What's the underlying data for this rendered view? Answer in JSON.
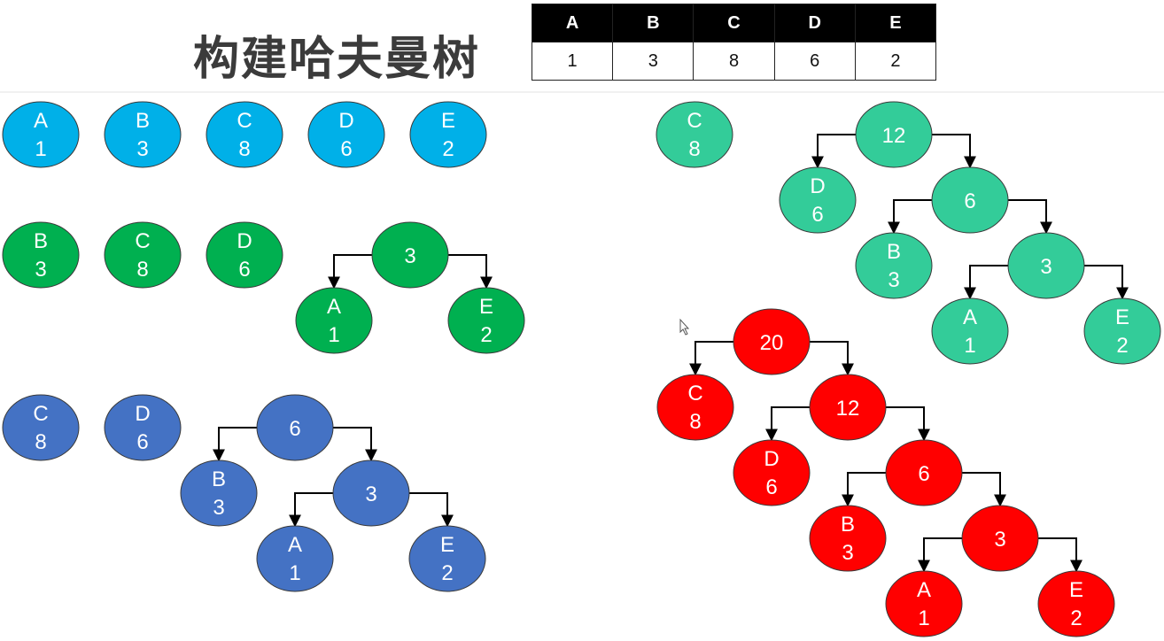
{
  "title": "构建哈夫曼树",
  "frequency_table": {
    "headers": [
      "A",
      "B",
      "C",
      "D",
      "E"
    ],
    "values": [
      "1",
      "3",
      "8",
      "6",
      "2"
    ]
  },
  "colors": {
    "step1": "#00b0e8",
    "step2": "#00b050",
    "step3": "#4472c4",
    "step4": "#33cc99",
    "step5": "#ff0000"
  },
  "steps": [
    {
      "name": "step1",
      "forest": [
        {
          "letter": "A",
          "weight": "1"
        },
        {
          "letter": "B",
          "weight": "3"
        },
        {
          "letter": "C",
          "weight": "8"
        },
        {
          "letter": "D",
          "weight": "6"
        },
        {
          "letter": "E",
          "weight": "2"
        }
      ]
    },
    {
      "name": "step2",
      "forest": [
        {
          "letter": "B",
          "weight": "3"
        },
        {
          "letter": "C",
          "weight": "8"
        },
        {
          "letter": "D",
          "weight": "6"
        },
        {
          "weight": "3",
          "left": {
            "letter": "A",
            "weight": "1"
          },
          "right": {
            "letter": "E",
            "weight": "2"
          }
        }
      ]
    },
    {
      "name": "step3",
      "forest": [
        {
          "letter": "C",
          "weight": "8"
        },
        {
          "letter": "D",
          "weight": "6"
        },
        {
          "weight": "6",
          "left": {
            "letter": "B",
            "weight": "3"
          },
          "right": {
            "weight": "3",
            "left": {
              "letter": "A",
              "weight": "1"
            },
            "right": {
              "letter": "E",
              "weight": "2"
            }
          }
        }
      ]
    },
    {
      "name": "step4",
      "forest": [
        {
          "letter": "C",
          "weight": "8"
        },
        {
          "weight": "12",
          "left": {
            "letter": "D",
            "weight": "6"
          },
          "right": {
            "weight": "6",
            "left": {
              "letter": "B",
              "weight": "3"
            },
            "right": {
              "weight": "3",
              "left": {
                "letter": "A",
                "weight": "1"
              },
              "right": {
                "letter": "E",
                "weight": "2"
              }
            }
          }
        }
      ]
    },
    {
      "name": "step5",
      "forest": [
        {
          "weight": "20",
          "left": {
            "letter": "C",
            "weight": "8"
          },
          "right": {
            "weight": "12",
            "left": {
              "letter": "D",
              "weight": "6"
            },
            "right": {
              "weight": "6",
              "left": {
                "letter": "B",
                "weight": "3"
              },
              "right": {
                "weight": "3",
                "left": {
                  "letter": "A",
                  "weight": "1"
                },
                "right": {
                  "letter": "E",
                  "weight": "2"
                }
              }
            }
          }
        }
      ]
    }
  ]
}
